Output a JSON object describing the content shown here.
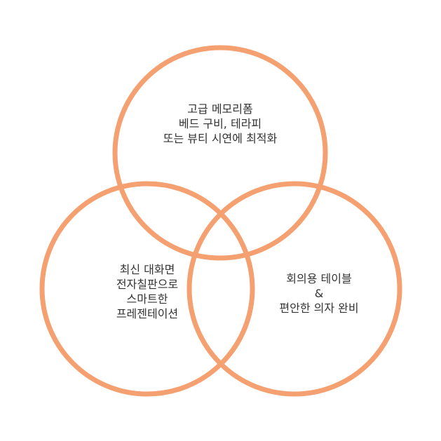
{
  "diagram": {
    "circle_color": "#F4A070",
    "circles": [
      {
        "name": "top",
        "lines": [
          "고급 메모리폼",
          "베드 구비, 테라피",
          "또는 뷰티 시연에 최적화"
        ]
      },
      {
        "name": "left",
        "lines": [
          "최신 대화면",
          "전자칠판으로",
          "스마트한",
          "프레젠테이션"
        ]
      },
      {
        "name": "right",
        "lines": [
          "회의용 테이블",
          "&",
          "편안한 의자 완비"
        ]
      }
    ]
  }
}
